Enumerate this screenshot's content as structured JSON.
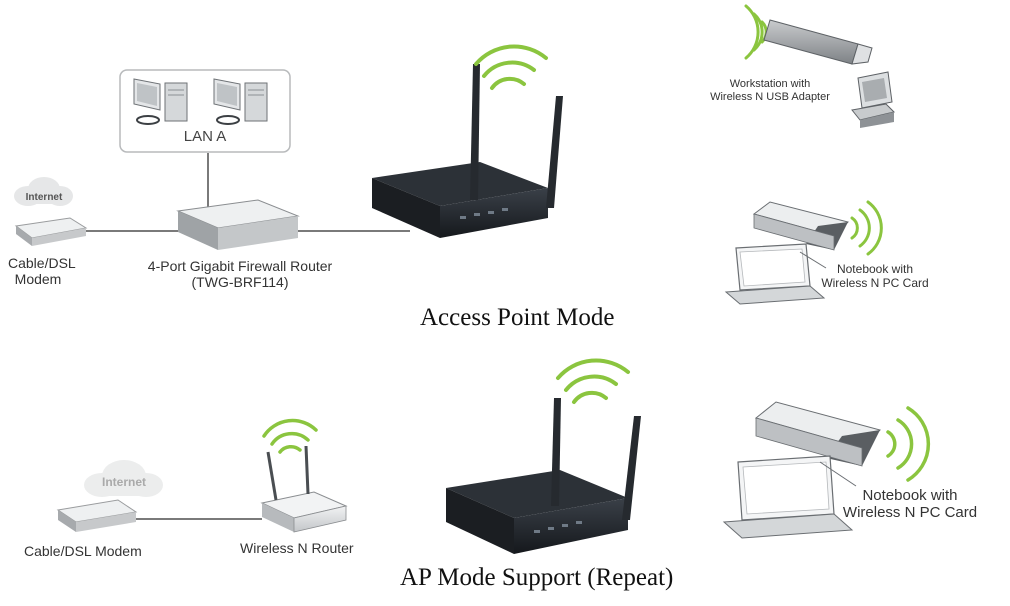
{
  "diagram1": {
    "caption": "Access Point Mode",
    "cloud_text": "Internet",
    "modem_label_line1": "Cable/DSL",
    "modem_label_line2": "Modem",
    "router_label_line1": "4-Port Gigabit Firewall Router",
    "router_label_line2": "(TWG-BRF114)",
    "lan_label": "LAN A",
    "workstation_label_line1": "Workstation with",
    "workstation_label_line2": "Wireless N USB Adapter",
    "notebook_label_line1": "Notebook with",
    "notebook_label_line2": "Wireless N PC Card"
  },
  "diagram2": {
    "caption": "AP Mode Support (Repeat)",
    "cloud_text": "Internet",
    "modem_label": "Cable/DSL Modem",
    "wireless_router_label": "Wireless N Router",
    "notebook_label_line1": "Notebook with",
    "notebook_label_line2": "Wireless N PC Card"
  },
  "colors": {
    "wave_green": "#8bc53f",
    "device_dark": "#1f2328",
    "device_light": "#d8dadc",
    "line_gray": "#7a7a7a"
  }
}
